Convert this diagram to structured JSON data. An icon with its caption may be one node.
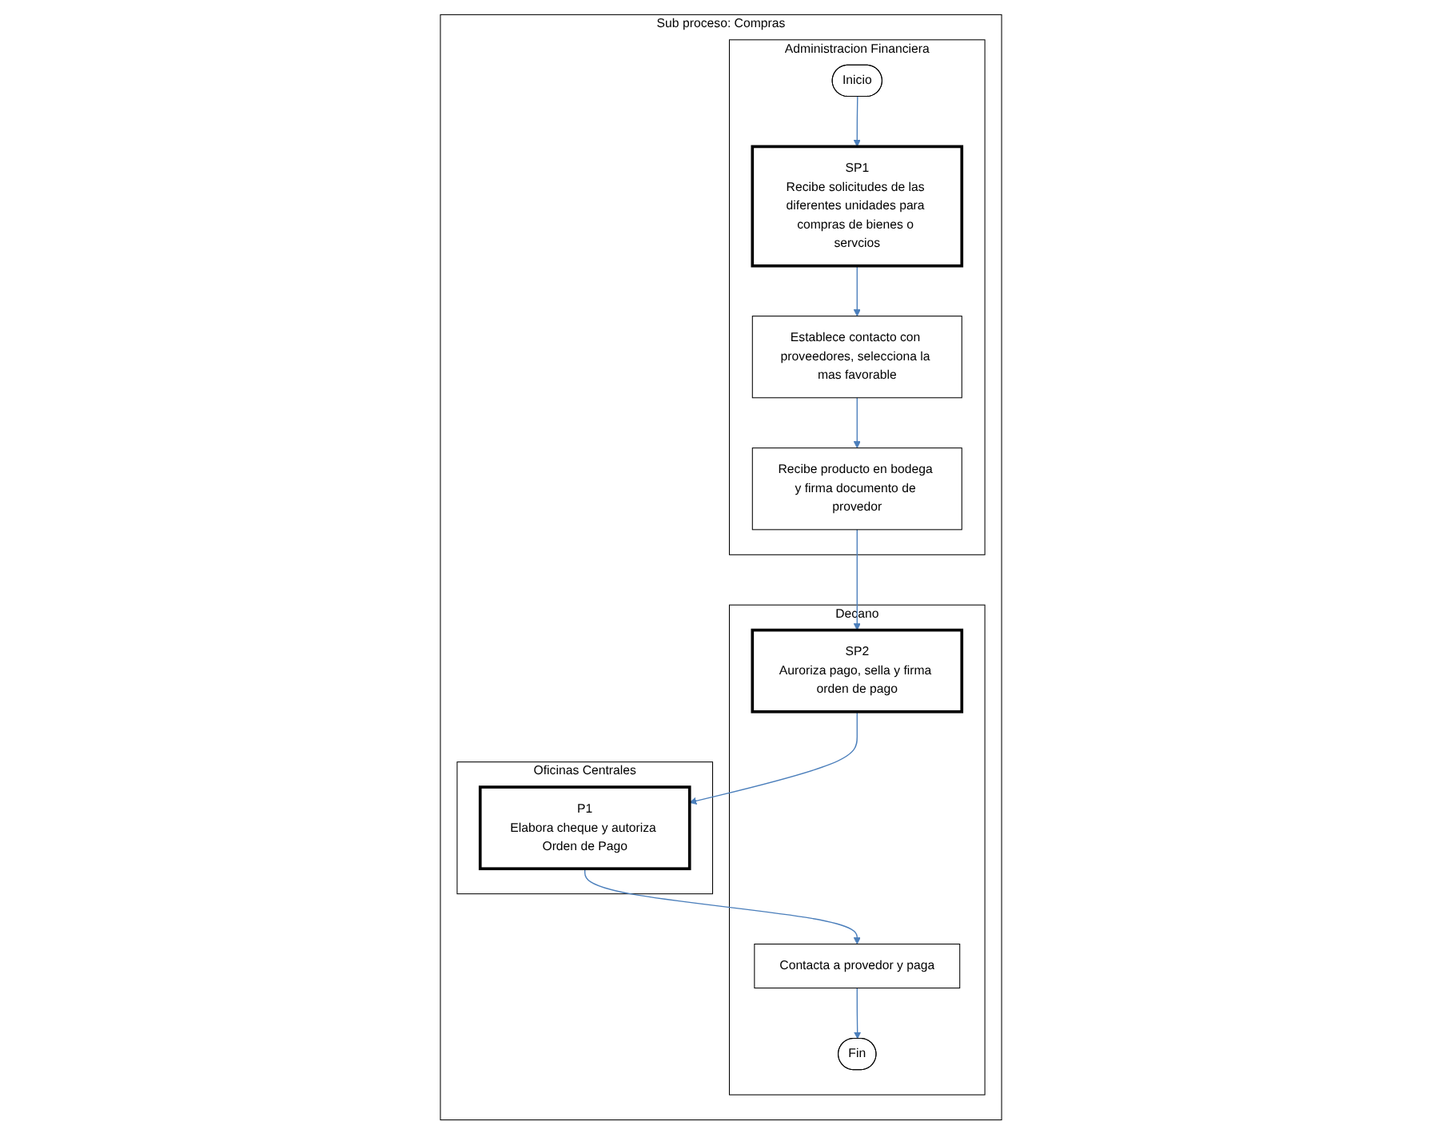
{
  "diagram": {
    "nodes": [
      {
        "text": [
          "Sub proceso: Compras"
        ]
      },
      {
        "text": [
          "Administracion Financiera"
        ],
        "in": 0
      },
      {
        "text": [
          "Decano"
        ],
        "in": 0
      },
      {
        "text": [
          "Oficinas Centrales"
        ],
        "in": 0
      },
      {
        "text": [
          "Inicio"
        ],
        "in": 1
      },
      {
        "text": [
          "SP1",
          "Recibe solicitudes de las diferentes unidades para compras de bienes o servcios"
        ],
        "in": 1
      },
      {
        "text": [
          "Establece contacto con proveedores, selecciona la mas favorable"
        ],
        "in": 1
      },
      {
        "text": [
          "Recibe producto en bodega y firma documento de provedor"
        ],
        "in": 1
      },
      {
        "text": [
          "SP2",
          "Auroriza pago, sella y firma orden de pago"
        ],
        "in": 2
      },
      {
        "text": [
          "Contacta a provedor y paga"
        ],
        "in": 2
      },
      {
        "text": [
          "Fin"
        ],
        "in": 2
      },
      {
        "text": [
          "P1",
          "Elabora cheque y autoriza Orden de Pago"
        ],
        "in": 3
      }
    ],
    "edges": [
      {
        "from": 4,
        "to": 5,
        "arrow": "to"
      },
      {
        "from": 5,
        "to": 6,
        "arrow": "to"
      },
      {
        "from": 6,
        "to": 7,
        "arrow": "to"
      },
      {
        "from": 7,
        "to": 8,
        "arrow": "to"
      },
      {
        "from": 8,
        "to": 11,
        "arrow": "to"
      },
      {
        "from": 11,
        "to": 9,
        "arrow": "to"
      },
      {
        "from": 9,
        "to": 10,
        "arrow": "to"
      }
    ]
  }
}
